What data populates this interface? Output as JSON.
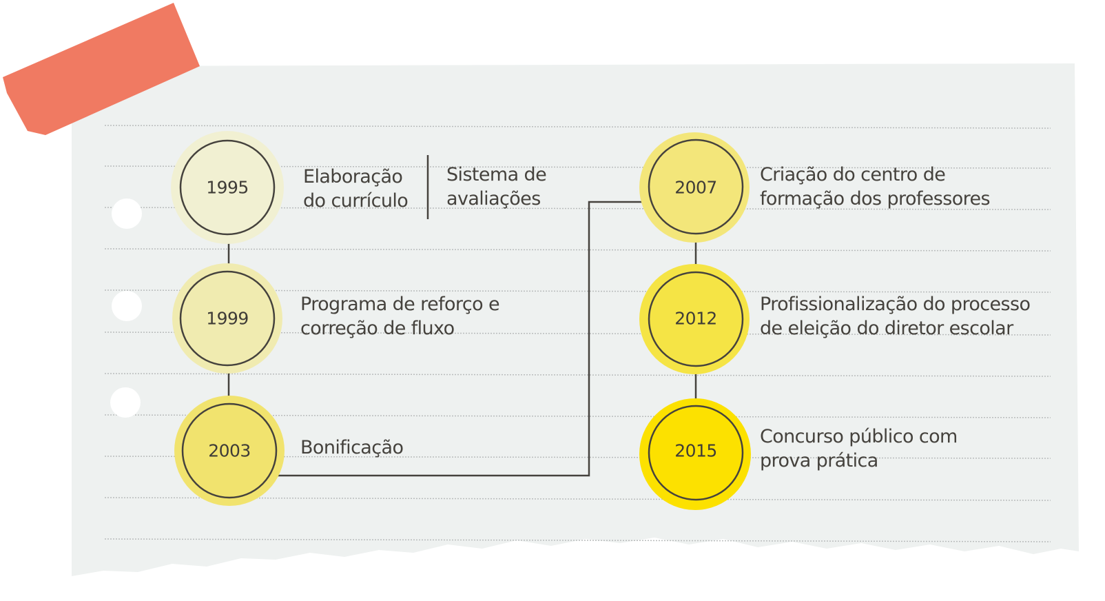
{
  "colors": {
    "paper": "#eef1f0",
    "tape": "#f07a62",
    "line": "#45423d",
    "y1995": "#f1f0d2",
    "y1999": "#f0ebb0",
    "y2003": "#f1e36e",
    "y2007": "#f3e67a",
    "y2012": "#f5e445",
    "y2015": "#fce100"
  },
  "events": [
    {
      "year": "1995",
      "lines": [
        "Elaboração",
        "do currículo"
      ],
      "extra_lines": [
        "Sistema de",
        "avaliações"
      ]
    },
    {
      "year": "1999",
      "lines": [
        "Programa de reforço e",
        "correção de fluxo"
      ]
    },
    {
      "year": "2003",
      "lines": [
        "Bonificação"
      ]
    },
    {
      "year": "2007",
      "lines": [
        "Criação do centro de",
        "formação dos professores"
      ]
    },
    {
      "year": "2012",
      "lines": [
        "Profissionalização do processo",
        "de eleição do diretor escolar"
      ]
    },
    {
      "year": "2015",
      "lines": [
        "Concurso público com",
        "prova prática"
      ]
    }
  ]
}
